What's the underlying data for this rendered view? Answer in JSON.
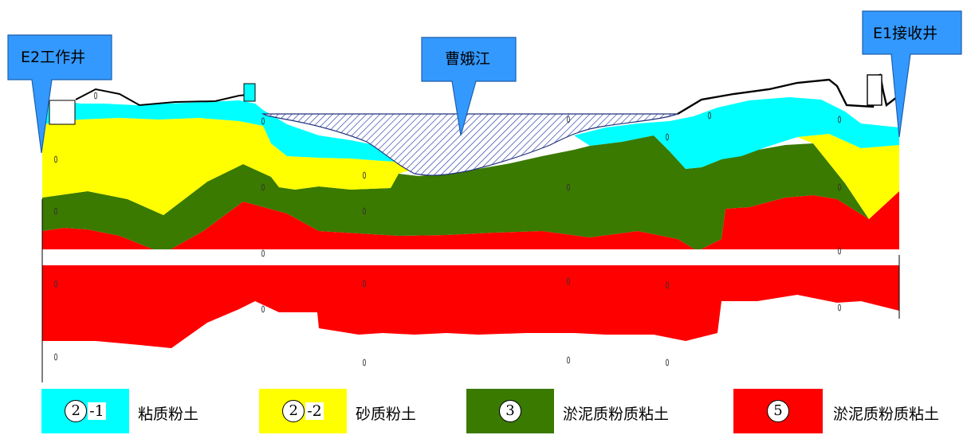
{
  "callouts": [
    {
      "id": "e2",
      "text": "E2工作井"
    },
    {
      "id": "river",
      "text": "曹娥江"
    },
    {
      "id": "e1",
      "text": "E1接收井"
    }
  ],
  "legend": [
    {
      "circle": "2",
      "suffix": "-1",
      "label": "粘质粉土",
      "color": "#00FFFF"
    },
    {
      "circle": "2",
      "suffix": "-2",
      "label": "砂质粉土",
      "color": "#FFFF00"
    },
    {
      "circle": "3",
      "suffix": "",
      "label": "淤泥质粉质粘土",
      "color": "#3A7A00"
    },
    {
      "circle": "5",
      "suffix": "",
      "label": "淤泥质粉质粘土",
      "color": "#FF0000"
    }
  ],
  "colors": {
    "clayey_silt": "#00FFFF",
    "sandy_silt": "#FFFF00",
    "muddy_clay_3": "#3A7A00",
    "muddy_clay_5": "#FF0000",
    "callout": "#3399FF",
    "river_hatch": "#3344AA"
  }
}
